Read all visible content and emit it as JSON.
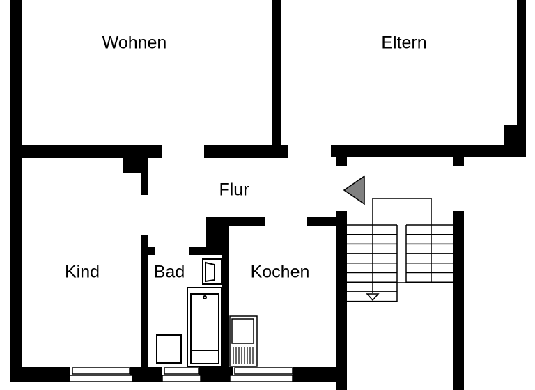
{
  "rooms": {
    "wohnen": "Wohnen",
    "eltern": "Eltern",
    "flur": "Flur",
    "kind": "Kind",
    "bad": "Bad",
    "kochen": "Kochen"
  },
  "colors": {
    "wall": "#000000",
    "entry_arrow": "#808080"
  }
}
